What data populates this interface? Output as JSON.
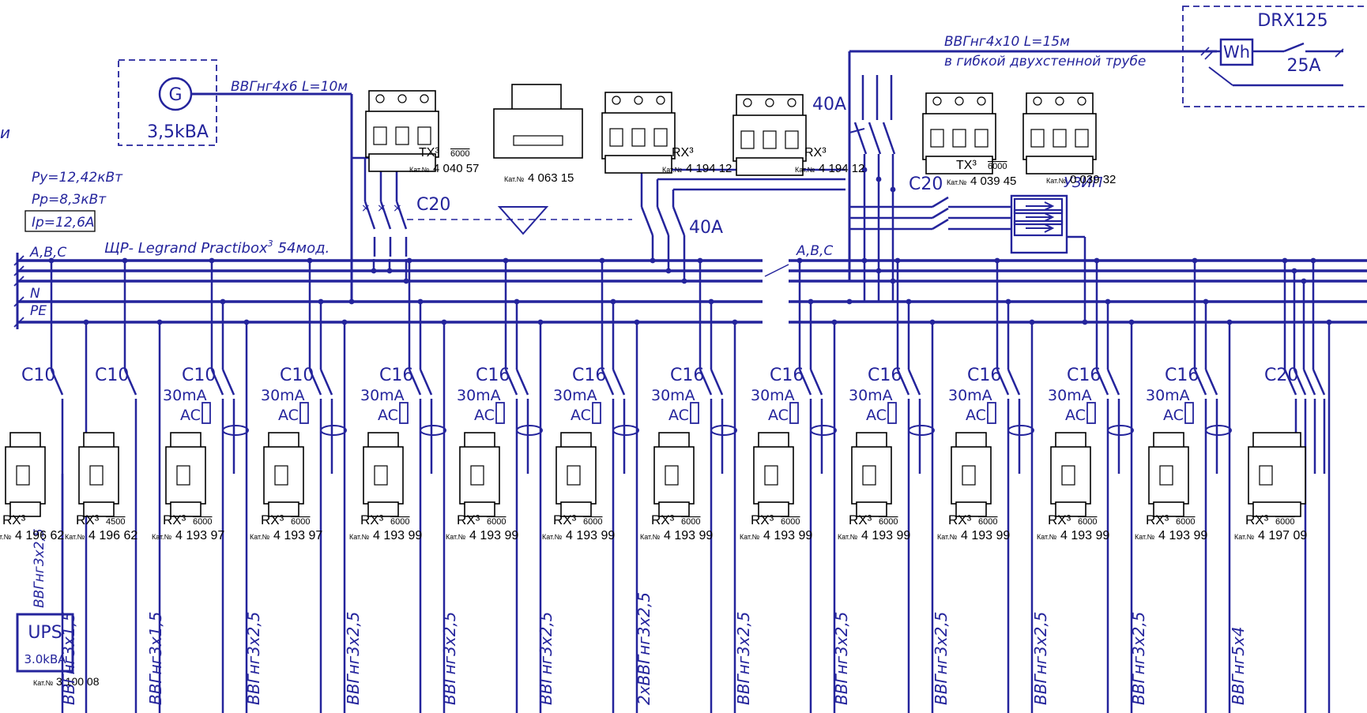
{
  "colors": {
    "diagram": "#24249c",
    "device": "#000000",
    "background": "#ffffff"
  },
  "left_edge_text": "и",
  "generator": {
    "symbol": "G",
    "power": "3,5kBA",
    "cable": "ВВГнг4х6 L=10м"
  },
  "load": {
    "ru": "Ру=12,42кВт",
    "rp": "Рр=8,3кВт",
    "ip": "Iр=12,6А"
  },
  "panel": {
    "label": "ЩР- Legrand Practibox",
    "sup": "3",
    "modules": "54мод."
  },
  "bus": {
    "abc_left": "A,B,C",
    "n": "N",
    "pe": "PE",
    "abc_right": "A,B,C"
  },
  "incoming": {
    "cable": "ВВГнг4х10 L=15м",
    "conduit": "в гибкой двухстенной трубе",
    "meter": "Wh",
    "meter_model": "DRX125",
    "meter_rating": "25A"
  },
  "top_devices": [
    {
      "series": "TX³",
      "breaking": "6000",
      "cat_prefix": "Кат.№",
      "cat": "4 040 57"
    },
    {
      "series": "",
      "breaking": "",
      "cat_prefix": "Кат.№",
      "cat": "4 063 15"
    },
    {
      "series": "RX³",
      "breaking": "",
      "cat_prefix": "Кат.№",
      "cat": "4 194 12"
    },
    {
      "series": "RX³",
      "breaking": "",
      "cat_prefix": "Кат.№",
      "cat": "4 194 12"
    },
    {
      "series": "TX³",
      "breaking": "6000",
      "cat_prefix": "Кат.№",
      "cat": "4 039 45"
    },
    {
      "series": "",
      "breaking": "",
      "cat_prefix": "Кат.№",
      "cat": "0 039 32"
    }
  ],
  "switch_labels": {
    "gen_breaker": "C20",
    "transfer": "40A",
    "main": "40A",
    "spd_breaker": "C20",
    "spd": "УЗИП"
  },
  "circuits": [
    {
      "rating": "C10",
      "rcd": "",
      "ac": "",
      "series": "RX³",
      "breaking": "",
      "cat_prefix": "Кат.№",
      "cat": "4 196 62",
      "cable": "ВВГнг3х2,5"
    },
    {
      "rating": "C10",
      "rcd": "",
      "ac": "",
      "series": "RX³",
      "breaking": "4500",
      "cat_prefix": "Кат.№",
      "cat": "4 196 62",
      "cable": "ВВГнг3х1,5"
    },
    {
      "rating": "C10",
      "rcd": "30mA",
      "ac": "AC",
      "series": "RX³",
      "breaking": "6000",
      "cat_prefix": "Кат.№",
      "cat": "4 193 97",
      "cable": "ВВГнг3х1,5"
    },
    {
      "rating": "C10",
      "rcd": "30mA",
      "ac": "AC",
      "series": "RX³",
      "breaking": "6000",
      "cat_prefix": "Кат.№",
      "cat": "4 193 97",
      "cable": "ВВГнг3х2,5"
    },
    {
      "rating": "C16",
      "rcd": "30mA",
      "ac": "AC",
      "series": "RX³",
      "breaking": "6000",
      "cat_prefix": "Кат.№",
      "cat": "4 193 99",
      "cable": "ВВГнг3х2,5"
    },
    {
      "rating": "C16",
      "rcd": "30mA",
      "ac": "AC",
      "series": "RX³",
      "breaking": "6000",
      "cat_prefix": "Кат.№",
      "cat": "4 193 99",
      "cable": "ВВГнг3х2,5"
    },
    {
      "rating": "C16",
      "rcd": "30mA",
      "ac": "AC",
      "series": "RX³",
      "breaking": "6000",
      "cat_prefix": "Кат.№",
      "cat": "4 193 99",
      "cable": "ВВГнг3х2,5"
    },
    {
      "rating": "C16",
      "rcd": "30mA",
      "ac": "AC",
      "series": "RX³",
      "breaking": "6000",
      "cat_prefix": "Кат.№",
      "cat": "4 193 99",
      "cable": "2хВВГнг3х2,5"
    },
    {
      "rating": "C16",
      "rcd": "30mA",
      "ac": "AC",
      "series": "RX³",
      "breaking": "6000",
      "cat_prefix": "Кат.№",
      "cat": "4 193 99",
      "cable": "ВВГнг3х2,5"
    },
    {
      "rating": "C16",
      "rcd": "30mA",
      "ac": "AC",
      "series": "RX³",
      "breaking": "6000",
      "cat_prefix": "Кат.№",
      "cat": "4 193 99",
      "cable": "ВВГнг3х2,5"
    },
    {
      "rating": "C16",
      "rcd": "30mA",
      "ac": "AC",
      "series": "RX³",
      "breaking": "6000",
      "cat_prefix": "Кат.№",
      "cat": "4 193 99",
      "cable": "ВВГнг3х2,5"
    },
    {
      "rating": "C16",
      "rcd": "30mA",
      "ac": "AC",
      "series": "RX³",
      "breaking": "6000",
      "cat_prefix": "Кат.№",
      "cat": "4 193 99",
      "cable": "ВВГнг3х2,5"
    },
    {
      "rating": "C16",
      "rcd": "30mA",
      "ac": "AC",
      "series": "RX³",
      "breaking": "6000",
      "cat_prefix": "Кат.№",
      "cat": "4 193 99",
      "cable": "ВВГнг3х2,5"
    },
    {
      "rating": "C20",
      "rcd": "",
      "ac": "",
      "series": "RX³",
      "breaking": "6000",
      "cat_prefix": "Кат.№",
      "cat": "4 197 09",
      "cable": "ВВГнг5х4"
    }
  ],
  "ups": {
    "label": "UPS",
    "power": "3.0kBA",
    "cat_prefix": "Кат.№",
    "cat": "3 100 08",
    "cable": "ВВГнг3х2,5"
  }
}
